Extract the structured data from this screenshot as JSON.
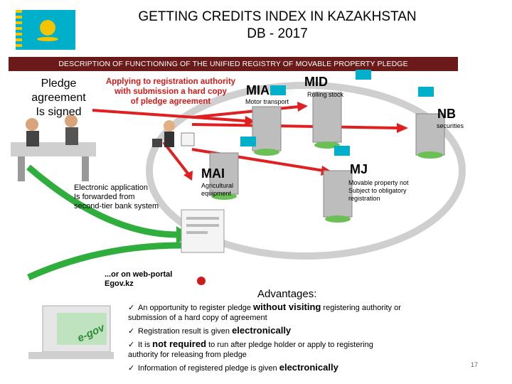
{
  "title_line1": "GETTING CREDITS INDEX IN KAZAKHSTAN",
  "title_line2": "DB - 2017",
  "banner": "DESCRIPTION OF FUNCTIONING OF THE UNIFIED REGISTRY OF MOVABLE PROPERTY PLEDGE",
  "pledge_line1": "Pledge",
  "pledge_line2": "agreement",
  "pledge_line3": "Is signed",
  "apply_line1": "Applying to registration authority",
  "apply_line2": "with submission a hard copy",
  "apply_line3": "of pledge agreement",
  "nodes": {
    "mia": {
      "name": "MIA",
      "desc": "Motor transport"
    },
    "mid": {
      "name": "MID",
      "desc": "Rolling stock"
    },
    "nb": {
      "name": "NB",
      "desc": "securities"
    },
    "mai": {
      "name": "MAI",
      "desc_line1": "Agricultural",
      "desc_line2": "equipment"
    },
    "mj": {
      "name": "MJ",
      "desc_line1": "Movable property not",
      "desc_line2": "Subject to obligatory",
      "desc_line3": "registration"
    }
  },
  "electronic_line1": "Electronic application",
  "electronic_line2": "Is forwarded from",
  "electronic_line3": "second-tier bank system",
  "web_line1": "...or on web-portal",
  "web_line2": "Egov.kz",
  "egov_logo": "e-gov",
  "advantages_title": "Advantages:",
  "adv1_a": "An opportunity to register pledge ",
  "adv1_b": "without visiting",
  "adv1_c": " registering authority or",
  "adv1_d": "submission of a hard copy of agreement",
  "adv2_a": "Registration result is given ",
  "adv2_b": "electronically",
  "adv3_a": "It is ",
  "adv3_b": "not required",
  "adv3_c": " to run after pledge holder or apply to registering",
  "adv3_d": "authority for releasing from pledge",
  "adv4_a": "Information of registered pledge is given ",
  "adv4_b": "electronically",
  "check": "✓",
  "page_number": "17",
  "colors": {
    "banner": "#6b1a1a",
    "flag": "#00afca",
    "sun": "#f5c400",
    "red_arrow": "#e02020",
    "green_arrow": "#2fae3e",
    "ring": "#c9c9c9"
  }
}
